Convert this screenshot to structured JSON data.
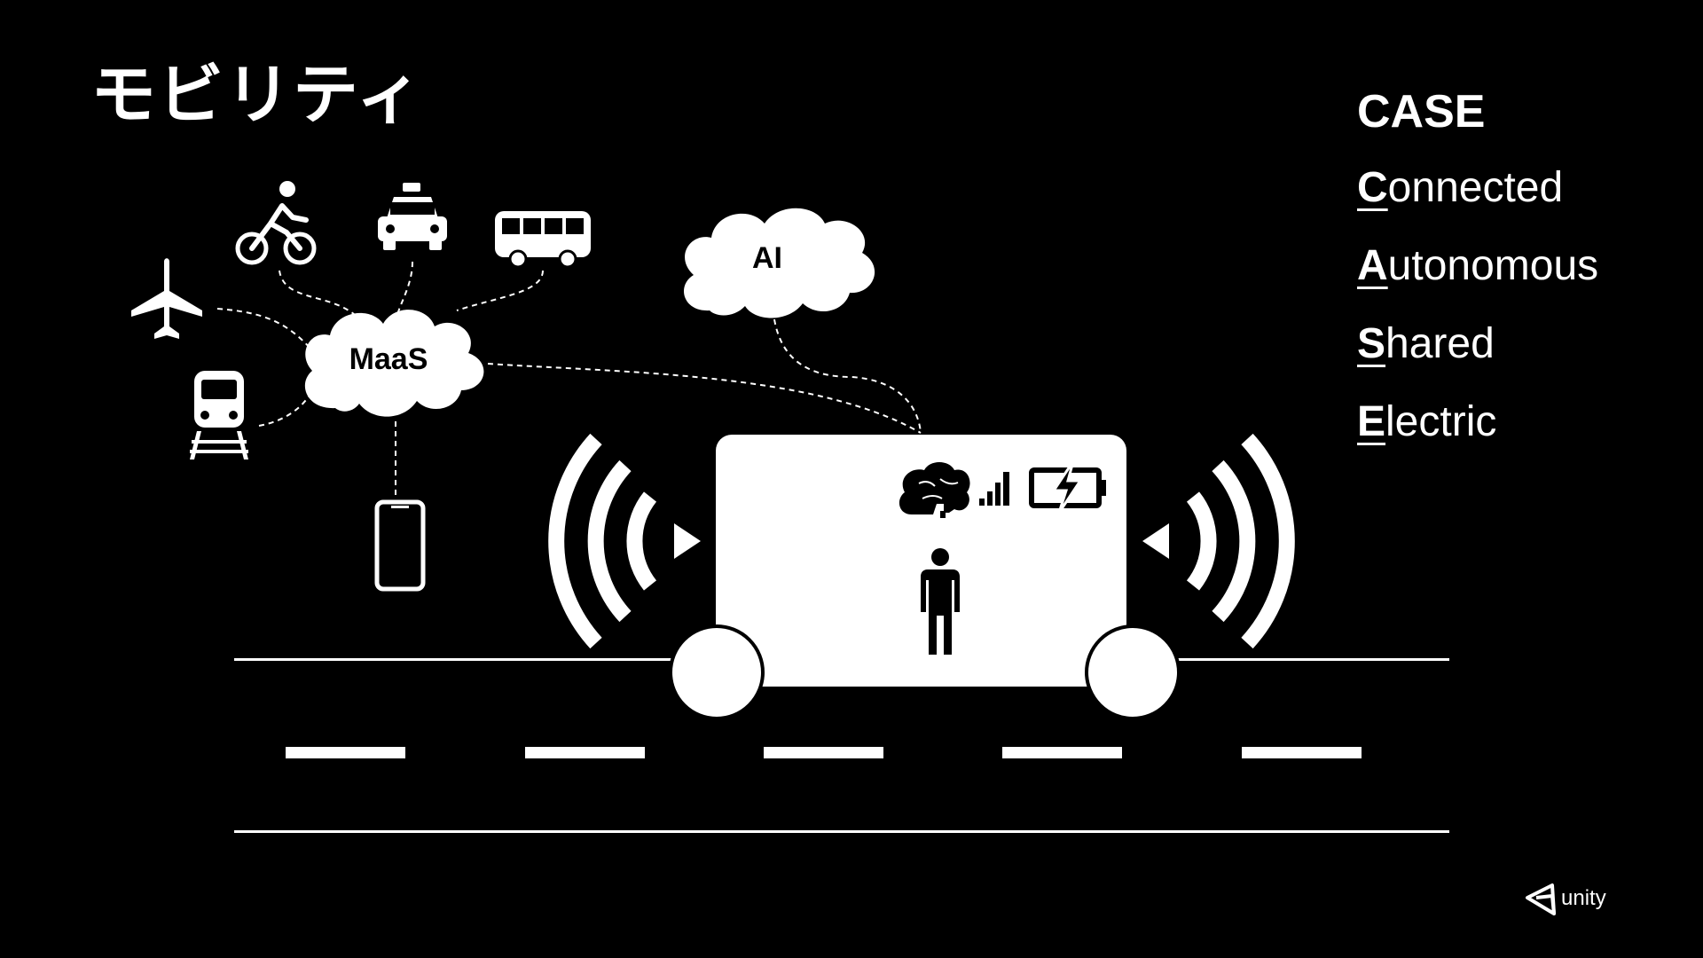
{
  "slide": {
    "title": "モビリティ",
    "maas_label": "MaaS",
    "ai_label": "AI"
  },
  "case": {
    "heading": "CASE",
    "items": [
      {
        "initial": "C",
        "rest": "onnected"
      },
      {
        "initial": "A",
        "rest": "utonomous"
      },
      {
        "initial": "S",
        "rest": "hared"
      },
      {
        "initial": "E",
        "rest": "lectric"
      }
    ]
  },
  "logo": {
    "text": "unity"
  },
  "icons": [
    "airplane-icon",
    "train-icon",
    "bicycle-icon",
    "taxi-icon",
    "bus-icon",
    "smartphone-icon",
    "brain-icon",
    "signal-icon",
    "battery-icon",
    "person-icon",
    "wireless-icon"
  ],
  "colors": {
    "background": "#000000",
    "foreground": "#ffffff"
  }
}
